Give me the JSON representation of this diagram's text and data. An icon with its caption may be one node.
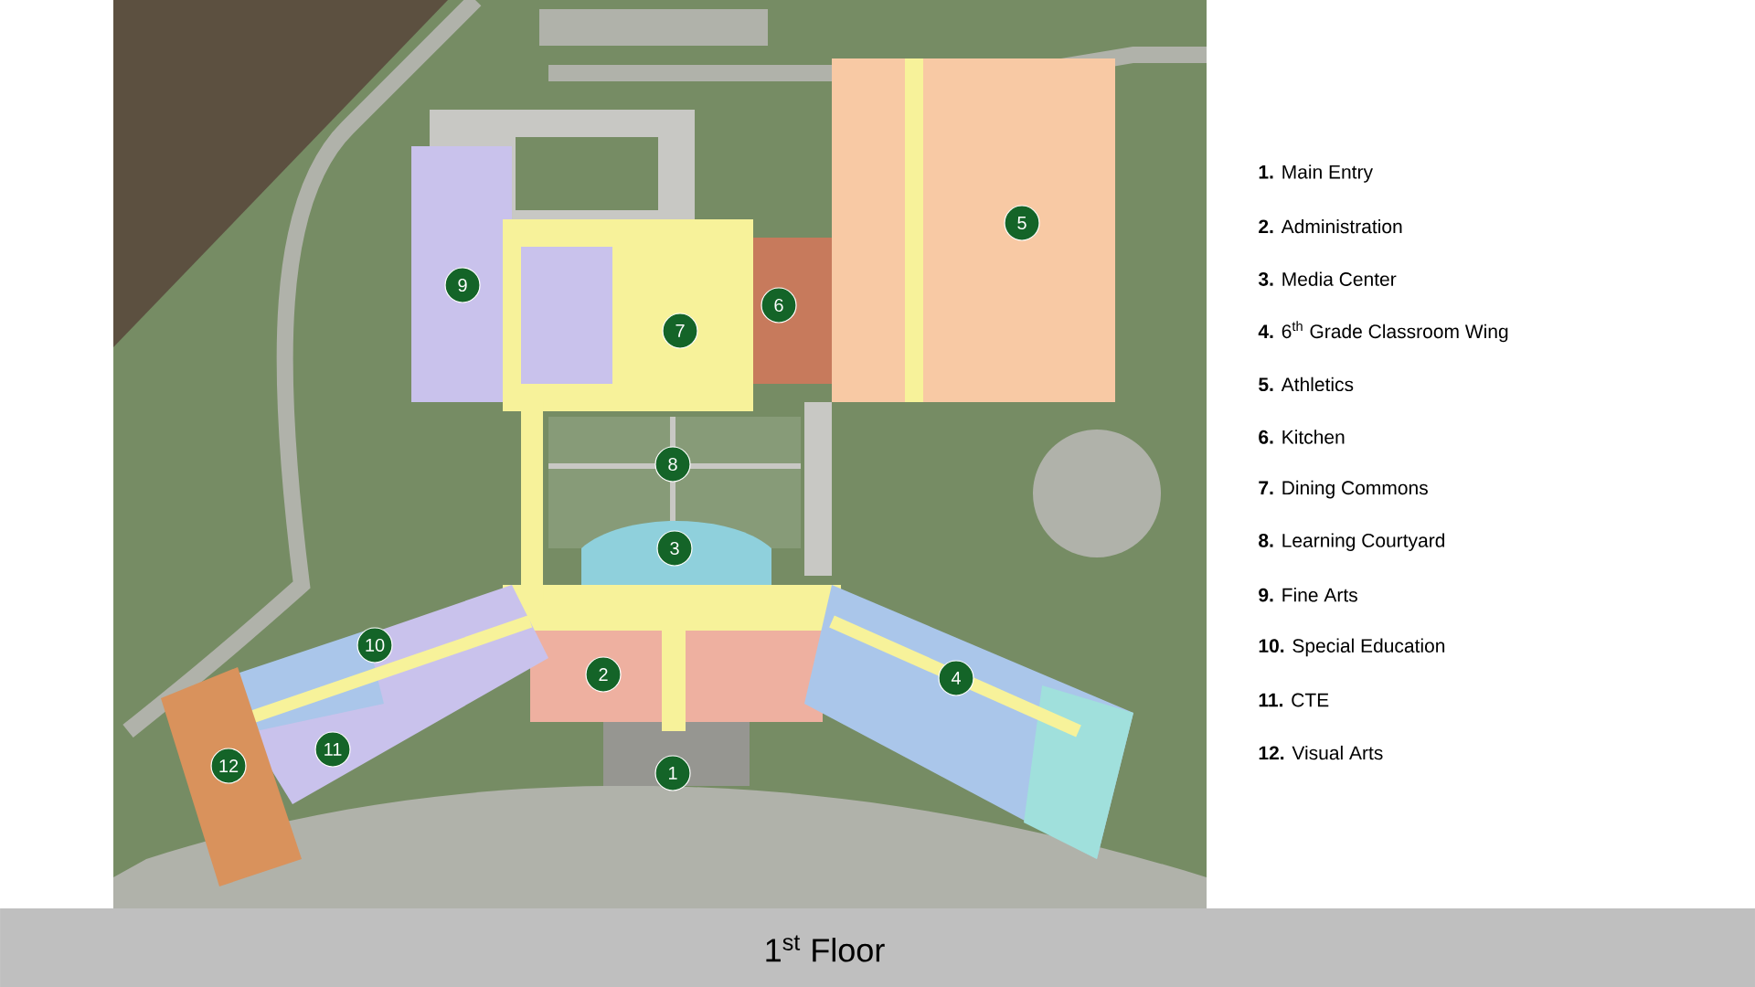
{
  "diagram": {
    "caption": "1$^{st}$ Floor",
    "labels": [
      "1",
      "2",
      "3",
      "4",
      "5",
      "6",
      "7",
      "8",
      "9",
      "10",
      "11",
      "12",
      "**1.** Main Entry",
      "**2.** Administration",
      "**3.** Media Center",
      "**4.** 6$^{th}$ Grade Classroom Wing",
      "**5.** Athletics",
      "**6.** Kitchen",
      "**7.** Dining Commons",
      "**8.** Learning Courtyard",
      "**9.** Fine Arts",
      "**10.** Special Education",
      "**11.** CTE",
      "**12.** Visual Arts"
    ]
  }
}
